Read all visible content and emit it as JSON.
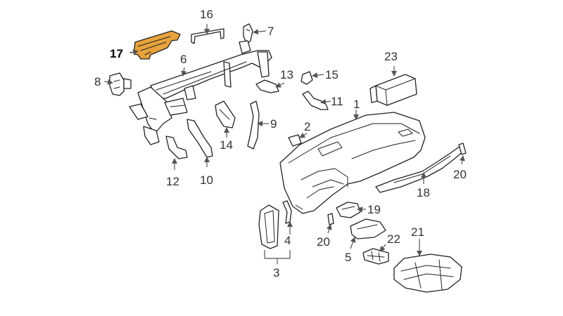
{
  "diagram": {
    "highlight_color": "#e8a33c",
    "callouts": {
      "c1": "1",
      "c2": "2",
      "c3": "3",
      "c4": "4",
      "c5": "5",
      "c6": "6",
      "c7": "7",
      "c8": "8",
      "c9": "9",
      "c10": "10",
      "c11": "11",
      "c12": "12",
      "c13": "13",
      "c14": "14",
      "c15": "15",
      "c16": "16",
      "c17": "17",
      "c18": "18",
      "c19": "19",
      "c20a": "20",
      "c20b": "20",
      "c21": "21",
      "c22": "22",
      "c23": "23"
    }
  }
}
